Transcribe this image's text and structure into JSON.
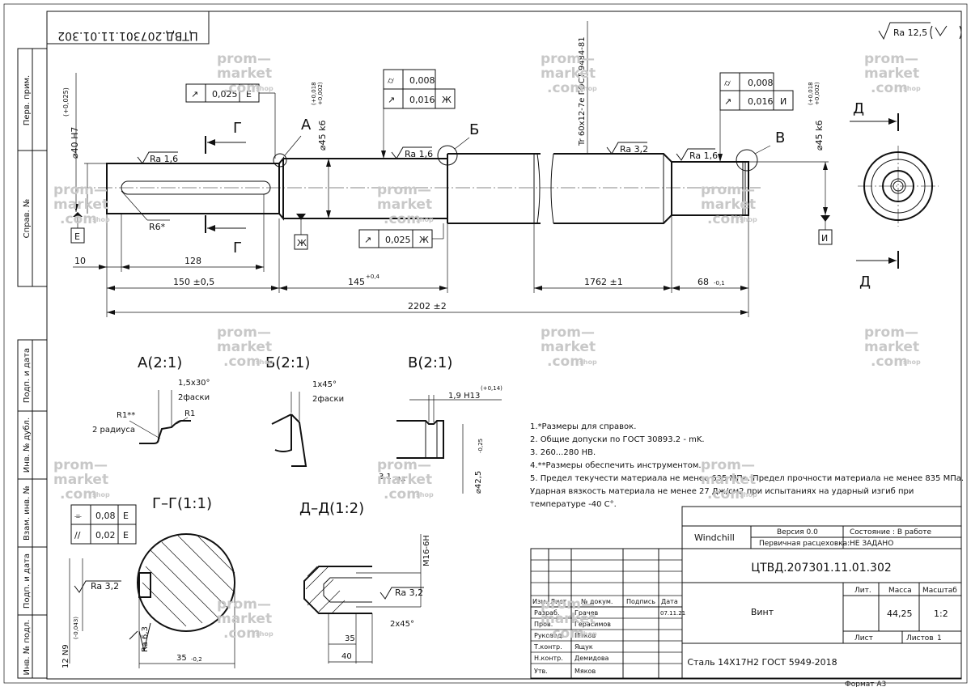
{
  "designation": "ЦТВД.207301.11.01.302",
  "part_name": "Винт",
  "material": "Сталь 14Х17Н2 ГОСТ 5949-2018",
  "roughness_general": "Ra 12,5",
  "format": "Формат  А3",
  "left_strip": [
    "Перв. прим.",
    "Справ. №",
    "Подп. и дата",
    "Инв. № дубл.",
    "Взам. инв. №",
    "Подп. и дата",
    "Инв. № подл."
  ],
  "windchill": {
    "system": "Windchill",
    "version": "Версия 0.0",
    "state": "Состояние : В работе",
    "initial_label": "Первичная расцеховка:",
    "initial_value": "НЕ ЗАДАНО"
  },
  "title_block": {
    "headers": [
      "Изм.",
      "Лист",
      "№ докум.",
      "Подпись",
      "Дата"
    ],
    "roles": [
      {
        "role": "Разраб.",
        "name": "Грачев",
        "date": "07.11.21"
      },
      {
        "role": "Пров.",
        "name": "Герасимов",
        "date": ""
      },
      {
        "role": "Руковод.",
        "name": "Мяков",
        "date": ""
      },
      {
        "role": "Т.контр.",
        "name": "Ящук",
        "date": ""
      },
      {
        "role": "Н.контр.",
        "name": "Демидова",
        "date": ""
      },
      {
        "role": "Утв.",
        "name": "Мяков",
        "date": ""
      }
    ],
    "lit_label": "Лит.",
    "mass_label": "Масса",
    "scale_label": "Масштаб",
    "mass": "44,25",
    "scale": "1:2",
    "sheet_label": "Лист",
    "sheets_label": "Листов",
    "sheets": "1"
  },
  "notes": [
    "1.*Размеры для справок.",
    "2. Общие допуски по ГОСТ 30893.2 - mK.",
    "3. 260...280 HB.",
    "4.**Размеры обеспечить инструментом.",
    "5. Предел текучести материала не менее 635 МПа. Предел прочности материала не менее 835 МПа.",
    "Ударная вязкость материала не менее 27 Дж/см2 при испытаниях на ударный изгиб при",
    "температуре -40 С°."
  ],
  "dims": {
    "d_left": "⌀40 H7",
    "d_left_tol": "(+0,025)",
    "d_mid": "⌀45 k6",
    "d_mid_tol_top": "(+0,018",
    "d_mid_tol_bot": "+0,002)",
    "thread": "Tr 60x12-7e ГОСТ 9484-81",
    "d_right": "⌀45 k6",
    "ra16": "Ra 1,6",
    "ra32": "Ra 3,2",
    "r6": "R6*",
    "l10": "10",
    "l128": "128",
    "l150": "150 ±0,5",
    "l145": "145",
    "l145_tol": "+0,4",
    "l1762": "1762 ±1",
    "l68": "68",
    "l68_tol": "-0,1",
    "l2202": "2202 ±2"
  },
  "tolerance_frames": {
    "f1": [
      "↗",
      "0,025",
      "Е"
    ],
    "f2a": [
      "⌭",
      "0,008"
    ],
    "f2b": [
      "↗",
      "0,016",
      "Ж"
    ],
    "f3": [
      "↗",
      "0,025",
      "Ж"
    ],
    "f4a": [
      "⌭",
      "0,008"
    ],
    "f4b": [
      "↗",
      "0,016",
      "И"
    ],
    "f5a": [
      "⌯",
      "0,08",
      "Е"
    ],
    "f5b": [
      "//",
      "0,02",
      "Е"
    ]
  },
  "datums": {
    "e": "Е",
    "zh": "Ж",
    "i": "И"
  },
  "view_letters": {
    "a": "А",
    "b": "Б",
    "v": "В",
    "g": "Г",
    "d": "Д"
  },
  "details": {
    "a_title": "А(2:1)",
    "a_chamfer": "1,5x30°",
    "a_chamfers2": "2фаски",
    "a_r1s": "R1**",
    "a_r1": "R1",
    "a_radii": "2 радиуса",
    "b_title": "Б(2:1)",
    "b_chamfer": "1x45°",
    "b_chamfers2": "2фаски",
    "v_title": "В(2:1)",
    "v_groove": "1,9 H13",
    "v_groove_tol": "(+0,14)",
    "v_d": "⌀42,5",
    "v_d_tol": "-0,25",
    "v_w": "3,1",
    "v_w_tol": "-0,1",
    "g_title": "Г–Г(1:1)",
    "g_ra": "Ra 3,2",
    "g_ra63": "Ra 6,3",
    "g_n9": "12 N9",
    "g_n9_tol": "(-0,043)",
    "g_35": "35",
    "g_35_tol": "-0,2",
    "d_title": "Д–Д(1:2)",
    "d_thread": "M16-6H",
    "d_ra": "Ra 3,2",
    "d_chamfer": "2х45°",
    "d_35": "35",
    "d_40": "40"
  },
  "watermark": {
    "l1": "prom—",
    "l2": "market",
    "l3": "com",
    "l4": "shop"
  }
}
